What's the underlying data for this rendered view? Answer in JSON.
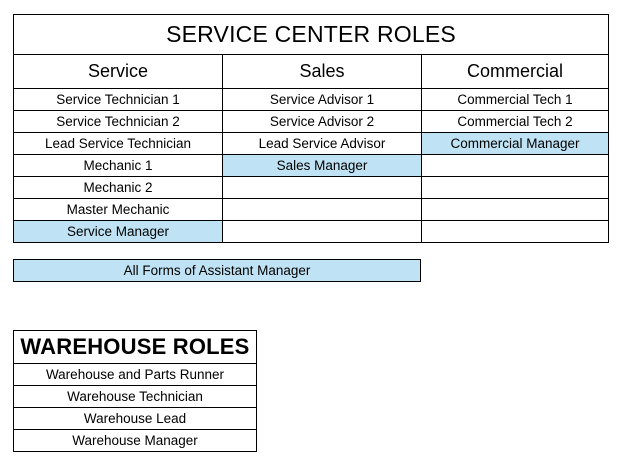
{
  "service_center": {
    "title": "SERVICE CENTER ROLES",
    "columns": [
      {
        "header": "Service"
      },
      {
        "header": "Sales"
      },
      {
        "header": "Commercial"
      }
    ],
    "rows": [
      {
        "service": {
          "label": "Service Technician 1",
          "highlighted": false
        },
        "sales": {
          "label": "Service Advisor 1",
          "highlighted": false
        },
        "commercial": {
          "label": "Commercial Tech 1",
          "highlighted": false
        }
      },
      {
        "service": {
          "label": "Service Technician 2",
          "highlighted": false
        },
        "sales": {
          "label": "Service Advisor 2",
          "highlighted": false
        },
        "commercial": {
          "label": "Commercial Tech 2",
          "highlighted": false
        }
      },
      {
        "service": {
          "label": "Lead Service Technician",
          "highlighted": false
        },
        "sales": {
          "label": "Lead Service Advisor",
          "highlighted": false
        },
        "commercial": {
          "label": "Commercial Manager",
          "highlighted": true
        }
      },
      {
        "service": {
          "label": "Mechanic 1",
          "highlighted": false
        },
        "sales": {
          "label": "Sales Manager",
          "highlighted": true
        },
        "commercial": {
          "label": "",
          "highlighted": false
        }
      },
      {
        "service": {
          "label": "Mechanic 2",
          "highlighted": false
        },
        "sales": {
          "label": "",
          "highlighted": false
        },
        "commercial": {
          "label": "",
          "highlighted": false
        }
      },
      {
        "service": {
          "label": "Master Mechanic",
          "highlighted": false
        },
        "sales": {
          "label": "",
          "highlighted": false
        },
        "commercial": {
          "label": "",
          "highlighted": false
        }
      },
      {
        "service": {
          "label": "Service Manager",
          "highlighted": true
        },
        "sales": {
          "label": "",
          "highlighted": false
        },
        "commercial": {
          "label": "",
          "highlighted": false
        }
      }
    ]
  },
  "assistant_manager_bar": {
    "label": "All Forms of Assistant Manager",
    "highlighted": true
  },
  "warehouse": {
    "title": "WAREHOUSE ROLES",
    "rows": [
      {
        "label": "Warehouse and Parts Runner",
        "highlighted": false
      },
      {
        "label": "Warehouse Technician",
        "highlighted": false
      },
      {
        "label": "Warehouse Lead",
        "highlighted": false
      },
      {
        "label": "Warehouse Manager",
        "highlighted": false
      }
    ]
  },
  "colors": {
    "highlight": "#bfe3f4",
    "border": "#000000",
    "text": "#000000",
    "background": "#ffffff"
  }
}
